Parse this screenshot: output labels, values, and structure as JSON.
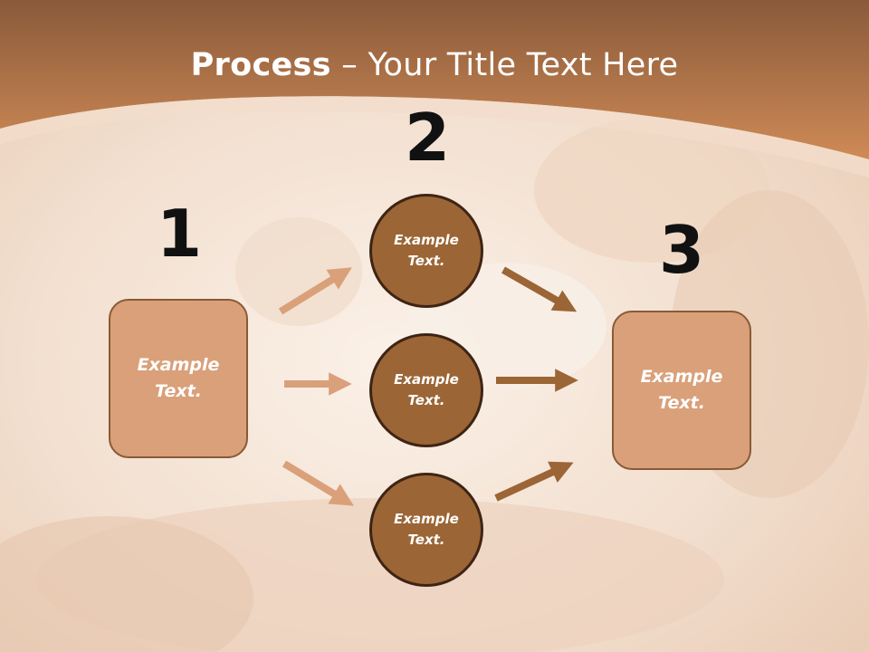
{
  "title": {
    "bold": "Process",
    "rest": " – Your Title Text Here"
  },
  "steps": {
    "one": {
      "number": "1",
      "box_text": "Example Text."
    },
    "two": {
      "number": "2",
      "circle_top": "Example Text.",
      "circle_middle": "Example Text.",
      "circle_bottom": "Example Text."
    },
    "three": {
      "number": "3",
      "box_text": "Example Text."
    }
  },
  "colors": {
    "header_band": "#c98250",
    "box_fill": "#d9a07a",
    "circle_fill": "#9b6535",
    "arrow_light": "#d9a07a",
    "arrow_dark": "#9b6535"
  }
}
